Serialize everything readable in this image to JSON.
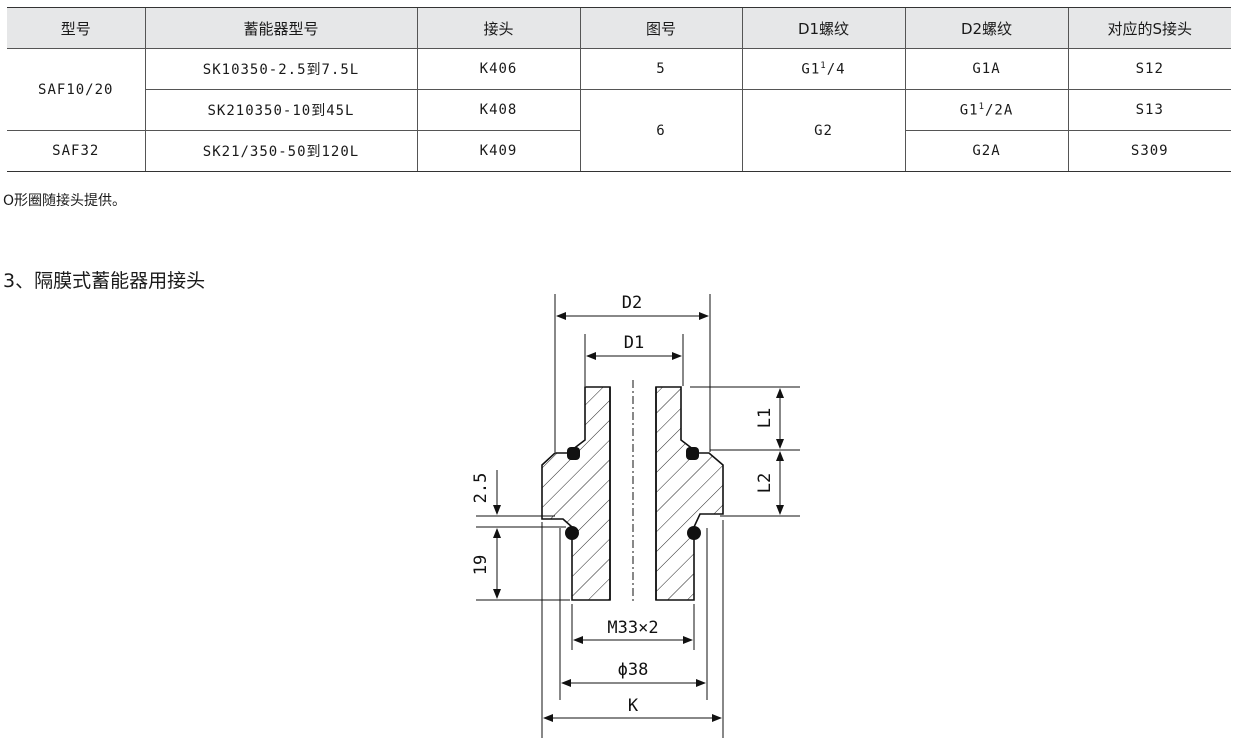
{
  "table": {
    "headers": [
      "型号",
      "蓄能器型号",
      "接头",
      "图号",
      "D1螺纹",
      "D2螺纹",
      "对应的S接头"
    ],
    "rows": {
      "saf1020": "SAF10/20",
      "saf32": "SAF32",
      "acc1": "SK10350-2.5到7.5L",
      "acc2": "SK210350-10到45L",
      "acc3": "SK21/350-50到120L",
      "joint1": "K406",
      "joint2": "K408",
      "joint3": "K409",
      "fig1": "5",
      "fig2": "6",
      "d1_1_base": "G1",
      "d1_1_sup": "1",
      "d1_1_tail": "/4",
      "d1_2": "G2",
      "d2_1": "G1A",
      "d2_2_base": "G1",
      "d2_2_sup": "1",
      "d2_2_tail": "/2A",
      "d2_3": "G2A",
      "s1": "S12",
      "s2": "S13",
      "s3": "S309"
    }
  },
  "note": "O形圈随接头提供。",
  "section_title": "3、隔膜式蓄能器用接头",
  "drawing": {
    "labels": {
      "d2": "D2",
      "d1": "D1",
      "l1": "L1",
      "l2": "L2",
      "dim_2_5": "2.5",
      "dim_19": "19",
      "thread": "M33×2",
      "phi38": "ϕ38",
      "k": "K"
    }
  }
}
